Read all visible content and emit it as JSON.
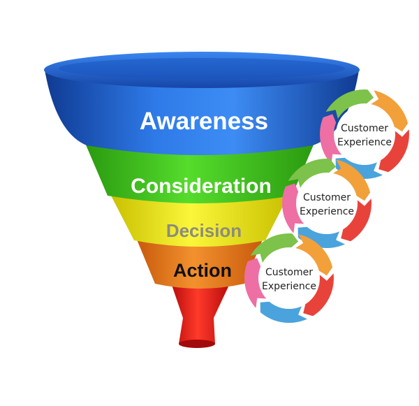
{
  "funnel": {
    "stages": [
      {
        "label": "Awareness",
        "color": "#1f5fc8",
        "text_color": "#ffffff"
      },
      {
        "label": "Consideration",
        "color": "#3ec21a",
        "text_color": "#ffffff"
      },
      {
        "label": "Decision",
        "color": "#e6e10a",
        "text_color": "#8c8c7c"
      },
      {
        "label": "Action",
        "color": "#e8771a",
        "text_color": "#111111"
      }
    ],
    "spout_color": "#e01818"
  },
  "cycles": [
    {
      "line1": "Customer",
      "line2": "Experience"
    },
    {
      "line1": "Customer",
      "line2": "Experience"
    },
    {
      "line1": "Customer",
      "line2": "Experience"
    }
  ],
  "cycle_segment_colors": [
    "#7dc24a",
    "#f2a03a",
    "#e8433b",
    "#4aa3dc",
    "#ee6fa3"
  ]
}
